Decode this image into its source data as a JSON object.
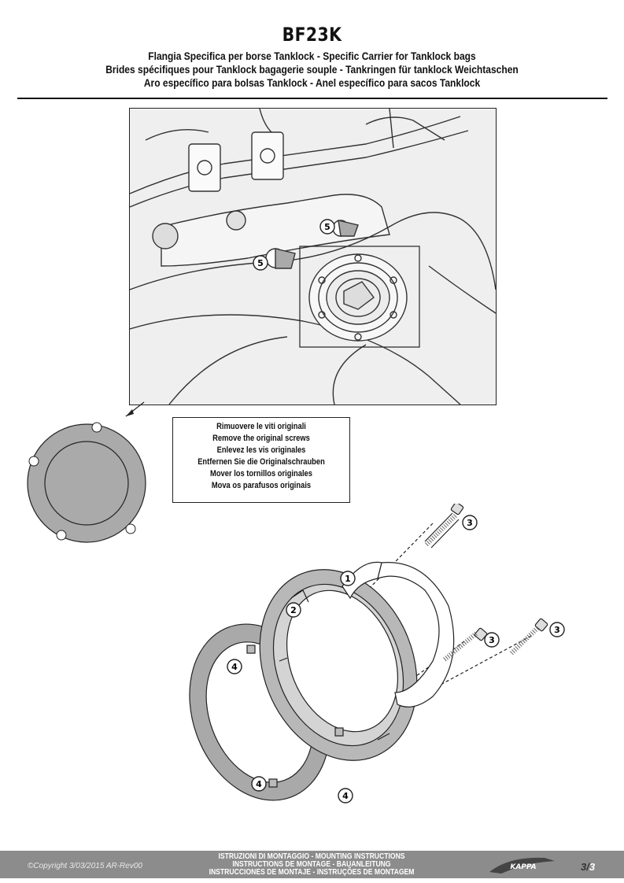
{
  "header": {
    "title": "BF23K",
    "subtitles": [
      "Flangia Specifica per borse Tanklock - Specific Carrier for Tanklock bags",
      "Brides spécifiques pour Tanklock bagagerie souple - Tankringen für tanklock Weichtaschen",
      "Aro específico para bolsas Tanklock - Anel específico para sacos Tanklock"
    ]
  },
  "instructions": [
    "Rimuovere le viti originali",
    "Remove the original screws",
    "Enlevez  les vis originales",
    "Entfernen Sie die Originalschrauben",
    "Mover los tornillos originales",
    "Mova os parafusos originais"
  ],
  "callouts": {
    "screw_orig_a": "5",
    "screw_orig_b": "5",
    "plate": "1",
    "flange": "2",
    "bolt_top": "3",
    "bolt_mid": "3",
    "bolt_right": "3",
    "spacer_top": "4",
    "spacer_bottom_left": "4",
    "spacer_bottom_right": "4"
  },
  "footer": {
    "line1": "ISTRUZIONI DI MONTAGGIO  -  MOUNTING INSTRUCTIONS",
    "line2": "INSTRUCTIONS DE MONTAGE - BAUANLEITUNG",
    "line3": "INSTRUCCIONES DE MONTAJE - INSTRUÇÕES DE MONTAGEM",
    "copyright": "©Copyright 3/03/2015 AR-Rev00",
    "page_current": "3/",
    "page_total": "3",
    "logo_text": "KAPPA"
  },
  "colors": {
    "footer_bar": "#8c8c8c",
    "gasket_gray": "#a9a9a9",
    "flange_gray": "#b8b8b8",
    "photo_bg": "#efefef"
  }
}
